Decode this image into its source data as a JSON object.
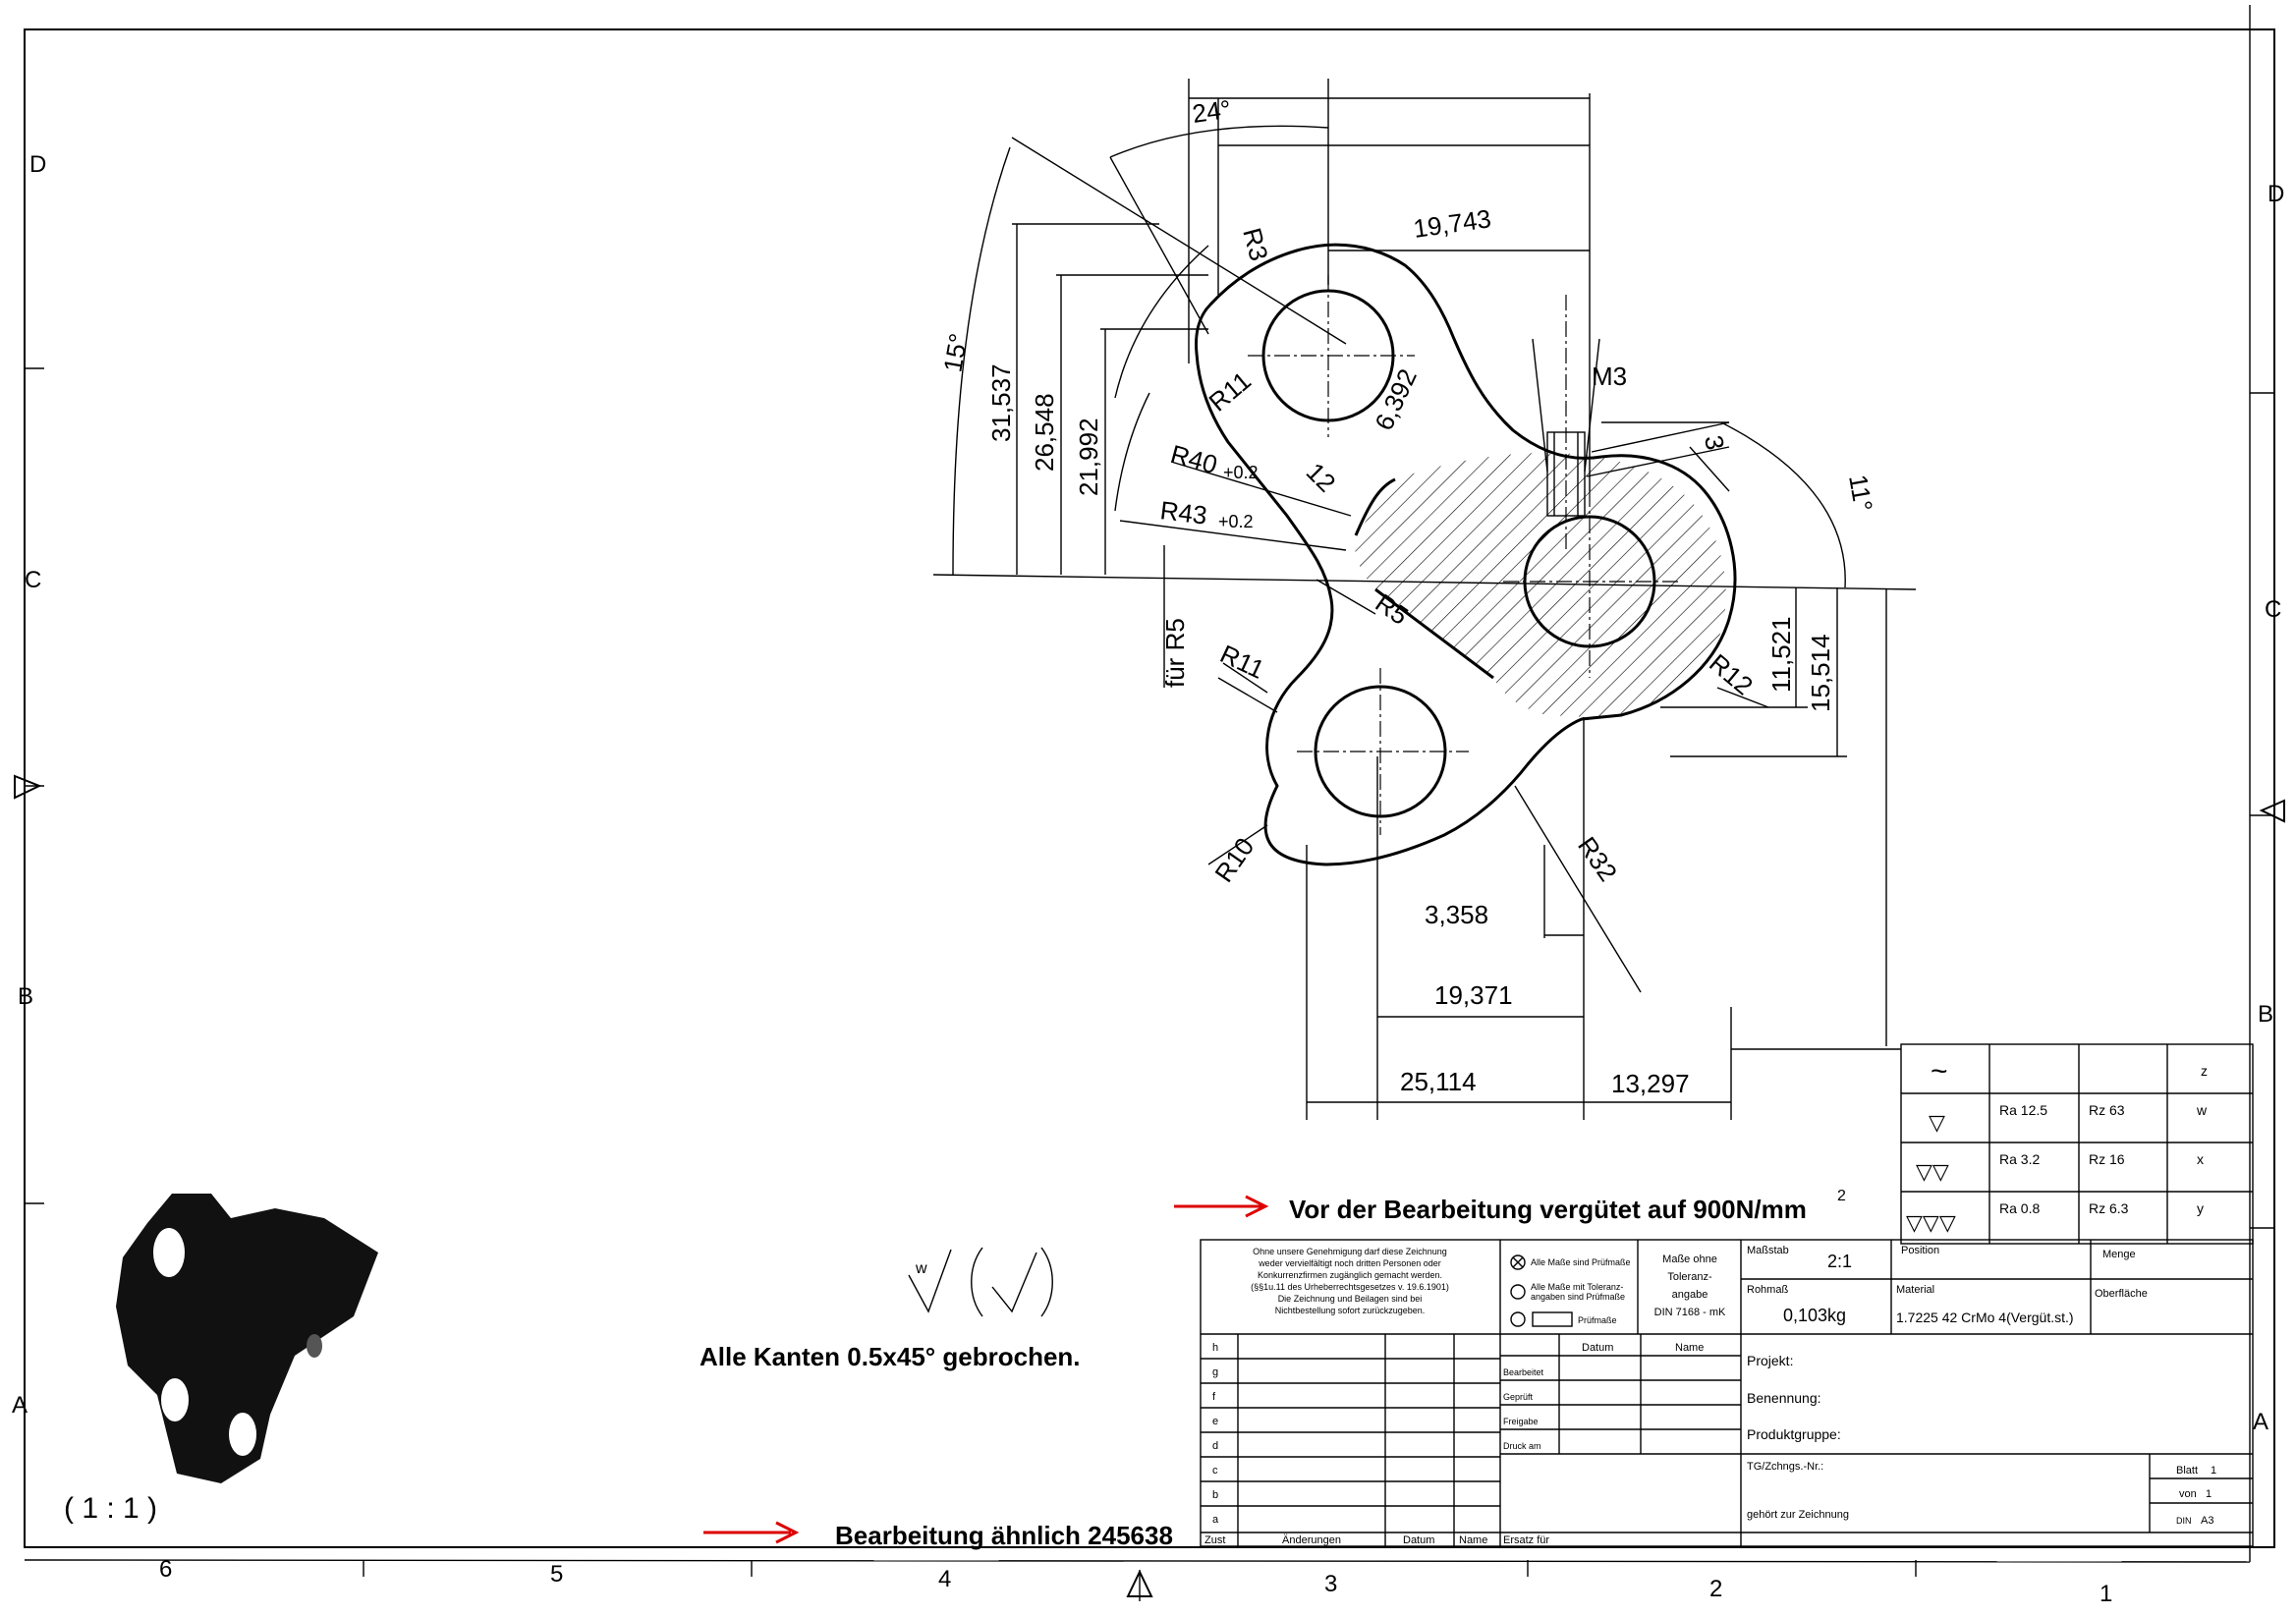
{
  "zones": {
    "rows": [
      "D",
      "C",
      "B",
      "A"
    ],
    "rows_right": [
      "D",
      "C",
      "B",
      "A"
    ],
    "cols": [
      "6",
      "5",
      "4",
      "3",
      "2",
      "1"
    ]
  },
  "dimensions": {
    "angle_24": "24°",
    "angle_15": "15°",
    "angle_11": "11°",
    "d_19743": "19,743",
    "d_31537": "31,537",
    "d_26548": "26,548",
    "d_21992": "21,992",
    "r3": "R3",
    "r11_top": "R11",
    "r11_left": "R11",
    "d_6392": "6,392",
    "d_12": "12",
    "m3": "M3",
    "d_3": "3",
    "r40": "R40",
    "r40_tol": "+0.2",
    "r43": "R43",
    "r43_tol": "+0.2",
    "fur_r5": "für R5",
    "r5": "R5",
    "r12": "R12",
    "d_11521": "11,521",
    "d_15514": "15,514",
    "r10": "R10",
    "r32": "R32",
    "d_3358": "3,358",
    "d_19371": "19,371",
    "d_25114": "25,114",
    "d_13297": "13,297"
  },
  "surface_table": {
    "rows": [
      {
        "symbol": "~",
        "col1": "",
        "col2": "",
        "col3": "z"
      },
      {
        "symbol": "▽",
        "col1": "Ra 12.5",
        "col2": "Rz 63",
        "col3": "w"
      },
      {
        "symbol": "▽▽",
        "col1": "Ra 3.2",
        "col2": "Rz 16",
        "col3": "x"
      },
      {
        "symbol": "▽▽▽",
        "col1": "Ra 0.8",
        "col2": "Rz 6.3",
        "col3": "y"
      }
    ]
  },
  "notes": {
    "heat_treat": "Vor der Bearbeitung vergütet auf 900N/mm",
    "heat_treat_sup": "2",
    "edges": "Alle Kanten 0.5x45° gebrochen.",
    "machining": "Bearbeitung ähnlich 245638",
    "scale_iso": "( 1 : 1 )",
    "surface_symbol_label": "w"
  },
  "title_block": {
    "copyright": [
      "Ohne unsere Genehmigung darf diese Zeichnung",
      "weder vervielfältigt noch dritten Personen oder",
      "Konkurrenzfirmen zugänglich gemacht werden.",
      "(§§1u.11 des Urheberrechtsgesetzes v. 19.6.1901)",
      "Die Zeichnung und Beilagen sind bei",
      "Nichtbestellung sofort zurückzugeben."
    ],
    "opt1": "Alle Maße sind Prüfmaße",
    "opt2a": "Alle Maße mit Toleranz-",
    "opt2b": "angaben sind Prüfmaße",
    "opt3": "Prüfmaße",
    "tol_lines": [
      "Maße ohne",
      "Toleranz-",
      "angabe",
      "DIN 7168 - mK"
    ],
    "massstab_label": "Maßstab",
    "massstab": "2:1",
    "position_label": "Position",
    "menge_label": "Menge",
    "rohmass_label": "Rohmaß",
    "weight": "0,103kg",
    "material_label": "Material",
    "material": "1.7225 42 CrMo 4(Vergüt.st.)",
    "oberflache_label": "Oberfläche",
    "revision_rows": [
      "h",
      "g",
      "f",
      "e",
      "d",
      "c",
      "b",
      "a"
    ],
    "zust": "Zust",
    "anderungen": "Änderungen",
    "datum": "Datum",
    "name": "Name",
    "ersatz_fur": "Ersatz für",
    "datum_h": "Datum",
    "name_h": "Name",
    "bearbeitet": "Bearbeitet",
    "gepruft": "Geprüft",
    "freigabe": "Freigabe",
    "druck_am": "Druck am",
    "projekt": "Projekt:",
    "benennung": "Benennung:",
    "produktgruppe": "Produktgruppe:",
    "tg_nr": "TG/Zchngs.-Nr.:",
    "gehort": "gehört zur Zeichnung",
    "blatt_label": "Blatt",
    "blatt": "1",
    "von_label": "von",
    "von": "1",
    "din_label": "DIN",
    "din": "A3"
  }
}
